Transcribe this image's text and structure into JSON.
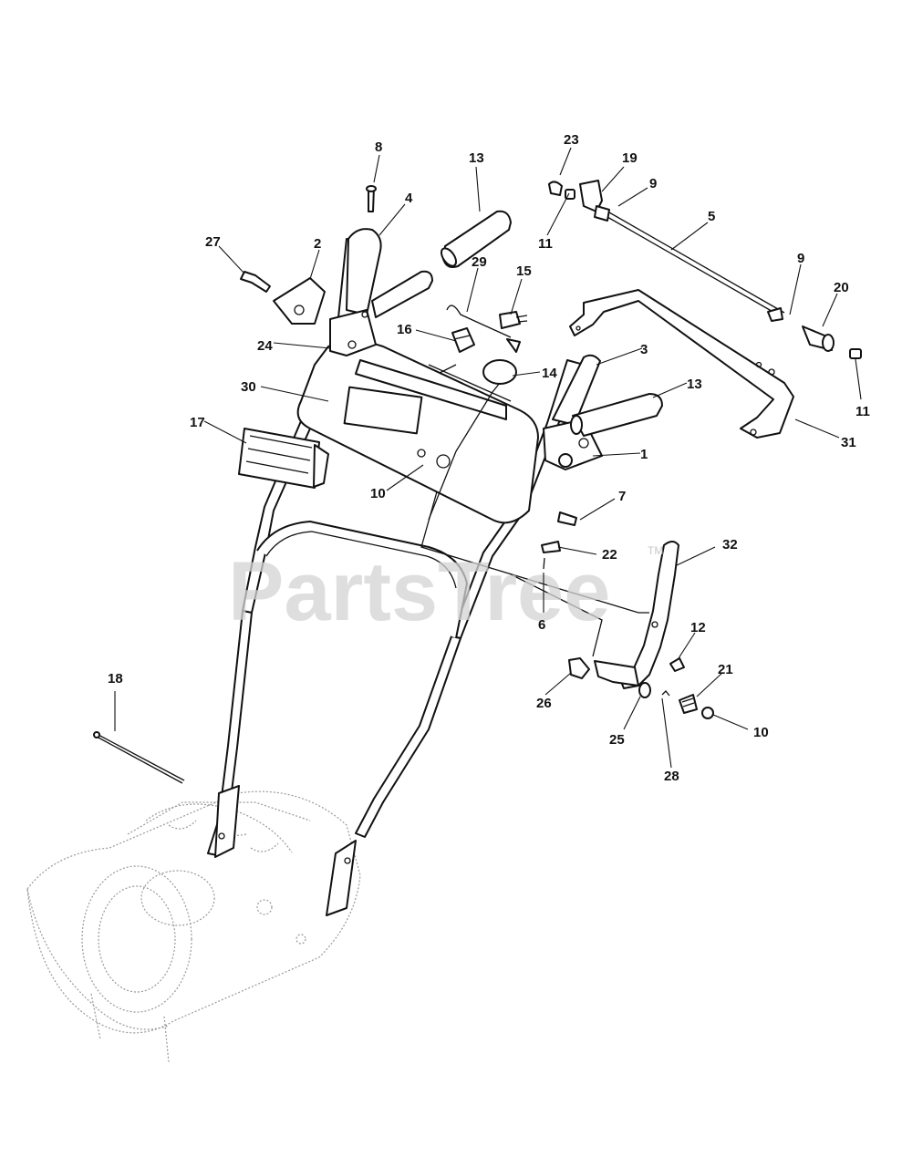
{
  "watermark": {
    "text": "PartsTree",
    "trademark": "TM"
  },
  "callouts": {
    "c1": "1",
    "c2": "2",
    "c3": "3",
    "c4": "4",
    "c5": "5",
    "c6": "6",
    "c7": "7",
    "c8": "8",
    "c9a": "9",
    "c9b": "9",
    "c10a": "10",
    "c10b": "10",
    "c11a": "11",
    "c11b": "11",
    "c12": "12",
    "c13a": "13",
    "c13b": "13",
    "c14": "14",
    "c15": "15",
    "c16": "16",
    "c17": "17",
    "c18": "18",
    "c19": "19",
    "c20": "20",
    "c21": "21",
    "c22": "22",
    "c23": "23",
    "c24": "24",
    "c25": "25",
    "c26": "26",
    "c27": "27",
    "c28": "28",
    "c29": "29",
    "c30": "30",
    "c31": "31",
    "c32": "32"
  }
}
